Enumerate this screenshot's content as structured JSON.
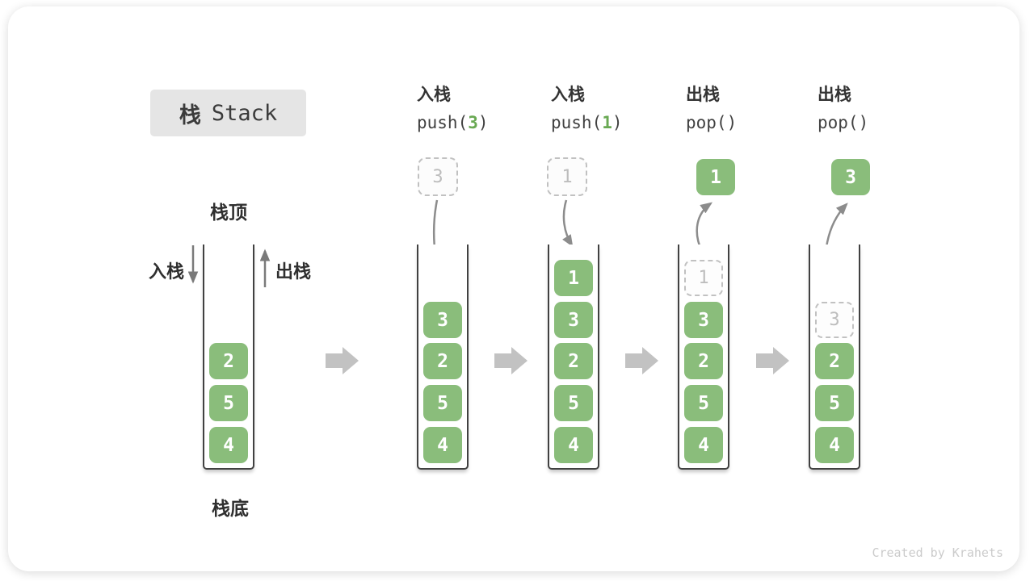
{
  "title": {
    "zh": "栈",
    "en": "Stack"
  },
  "side_labels": {
    "stack_top": "栈顶",
    "stack_bottom": "栈底",
    "push": "入栈",
    "pop": "出栈"
  },
  "operations": [
    {
      "label": "入栈",
      "code_prefix": "push(",
      "code_arg": "3",
      "code_suffix": ")"
    },
    {
      "label": "入栈",
      "code_prefix": "push(",
      "code_arg": "1",
      "code_suffix": ")"
    },
    {
      "label": "出栈",
      "code_prefix": "pop(",
      "code_arg": "",
      "code_suffix": ")"
    },
    {
      "label": "出栈",
      "code_prefix": "pop(",
      "code_arg": "",
      "code_suffix": ")"
    }
  ],
  "floats": {
    "push_ghost_1": "3",
    "push_ghost_2": "1",
    "popped_1": "1",
    "popped_2": "3"
  },
  "stacks": [
    {
      "cells": [
        "2",
        "5",
        "4"
      ]
    },
    {
      "cells": [
        "3",
        "2",
        "5",
        "4"
      ]
    },
    {
      "cells": [
        "1",
        "3",
        "2",
        "5",
        "4"
      ]
    },
    {
      "ghost": "1",
      "cells": [
        "3",
        "2",
        "5",
        "4"
      ]
    },
    {
      "ghost": "3",
      "cells": [
        "2",
        "5",
        "4"
      ]
    }
  ],
  "watermark": "Created by Krahets",
  "colors": {
    "box_green": "#8ABD7B",
    "code_arg_green": "#69A953",
    "ghost_gray": "#BDBDBD",
    "container_border": "#414141",
    "curve_arrow": "#8C8C8C",
    "block_arrow": "#C2C2C2",
    "title_box_bg": "#E5E5E5",
    "watermark_gray": "#CBCBCB"
  }
}
